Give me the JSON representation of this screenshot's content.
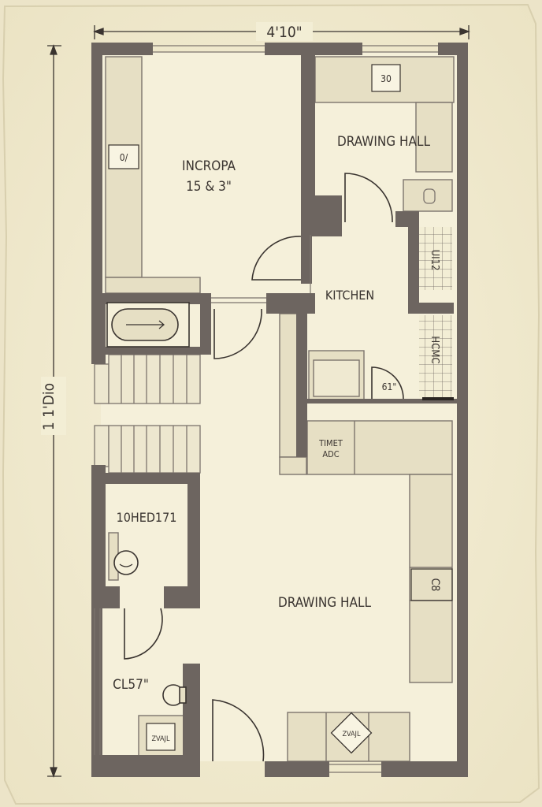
{
  "dimensions": {
    "top_width": "4'10\"",
    "left_height": "1 1'Dio"
  },
  "rooms": {
    "incropa": {
      "name": "INCROPA",
      "size": "15 & 3\""
    },
    "drawing_hall_top": {
      "name": "DRAWING HALL"
    },
    "kitchen": {
      "name": "KITCHEN"
    },
    "bath": {
      "name": "10HED171"
    },
    "closet": {
      "name": "CL57\""
    },
    "drawing_hall_main": {
      "name": "DRAWING HALL"
    }
  },
  "tags": {
    "tag_30": "30",
    "tag_0": "0/",
    "tag_61": "61\"",
    "tag_timet": "TIMET",
    "tag_adc": "ADC",
    "tag_co": "C8",
    "tag_ui12": "UI12",
    "tag_hcmc": "HCMC",
    "tag_tub": "ZVAJL",
    "tag_table": "ZVAJL"
  },
  "colors": {
    "paper": "#f3eed5",
    "wall": "#6d6560",
    "ink": "#3a3430",
    "fixture": "#e6dfc4"
  }
}
